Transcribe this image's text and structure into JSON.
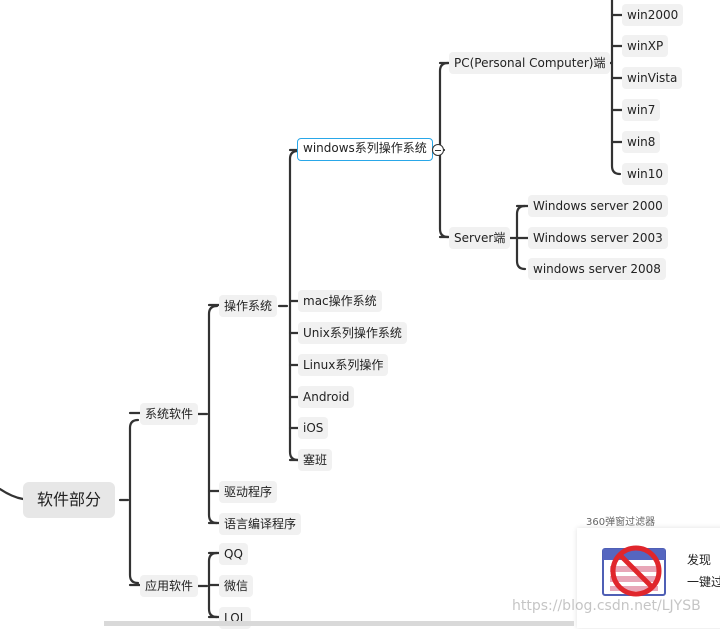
{
  "mindmap": {
    "root": "软件部分",
    "system_software": "系统软件",
    "application_software": "应用软件",
    "operating_system": "操作系统",
    "driver": "驱动程序",
    "compiler": "语言编译程序",
    "qq": "QQ",
    "wechat": "微信",
    "lol": "LOL",
    "windows_series": "windows系列操作系统",
    "mac": "mac操作系统",
    "unix": "Unix系列操作系统",
    "linux": "Linux系列操作",
    "android": "Android",
    "ios": "iOS",
    "saiban": "塞班",
    "pc": "PC(Personal Computer)端",
    "server": "Server端",
    "pc_items": [
      "win2000",
      "winXP",
      "winVista",
      "win7",
      "win8",
      "win10"
    ],
    "server_items": [
      "Windows server 2000",
      "Windows server 2003",
      "windows server 2008"
    ]
  },
  "popup": {
    "title": "360弹窗过滤器",
    "line1": "发现",
    "line2": "一键过"
  },
  "watermark": "https://blog.csdn.net/LJYSB",
  "colors": {
    "link": "#333333",
    "node_bg": "#f1f1f1",
    "selected_border": "#29a7e8",
    "prohibit_red": "#e0262c"
  }
}
